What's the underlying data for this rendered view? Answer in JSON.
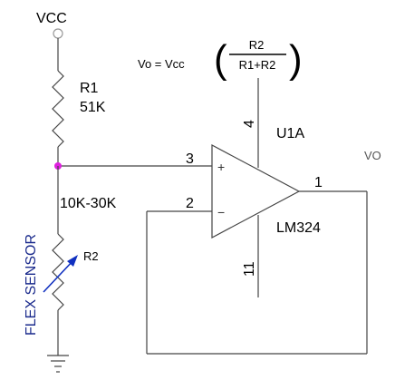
{
  "colors": {
    "wire": "#444444",
    "junction": "#e020e0",
    "sensor_label": "#1a2a8c",
    "sensor_arrow": "#1030c0"
  },
  "labels": {
    "vcc": "VCC",
    "r1_name": "R1",
    "r1_value": "51K",
    "flex_range": "10K-30K",
    "flex_sensor": "FLEX SENSOR",
    "r2_name": "R2",
    "u1a": "U1A",
    "lm324": "LM324",
    "vo_out": "VO",
    "pin3": "3",
    "pin2": "2",
    "pin1": "1",
    "pin4": "4",
    "pin11": "11",
    "plus": "+",
    "minus": "−"
  },
  "formula": {
    "lhs": "Vo = Vcc",
    "numerator": "R2",
    "denominator": "R1+R2"
  }
}
